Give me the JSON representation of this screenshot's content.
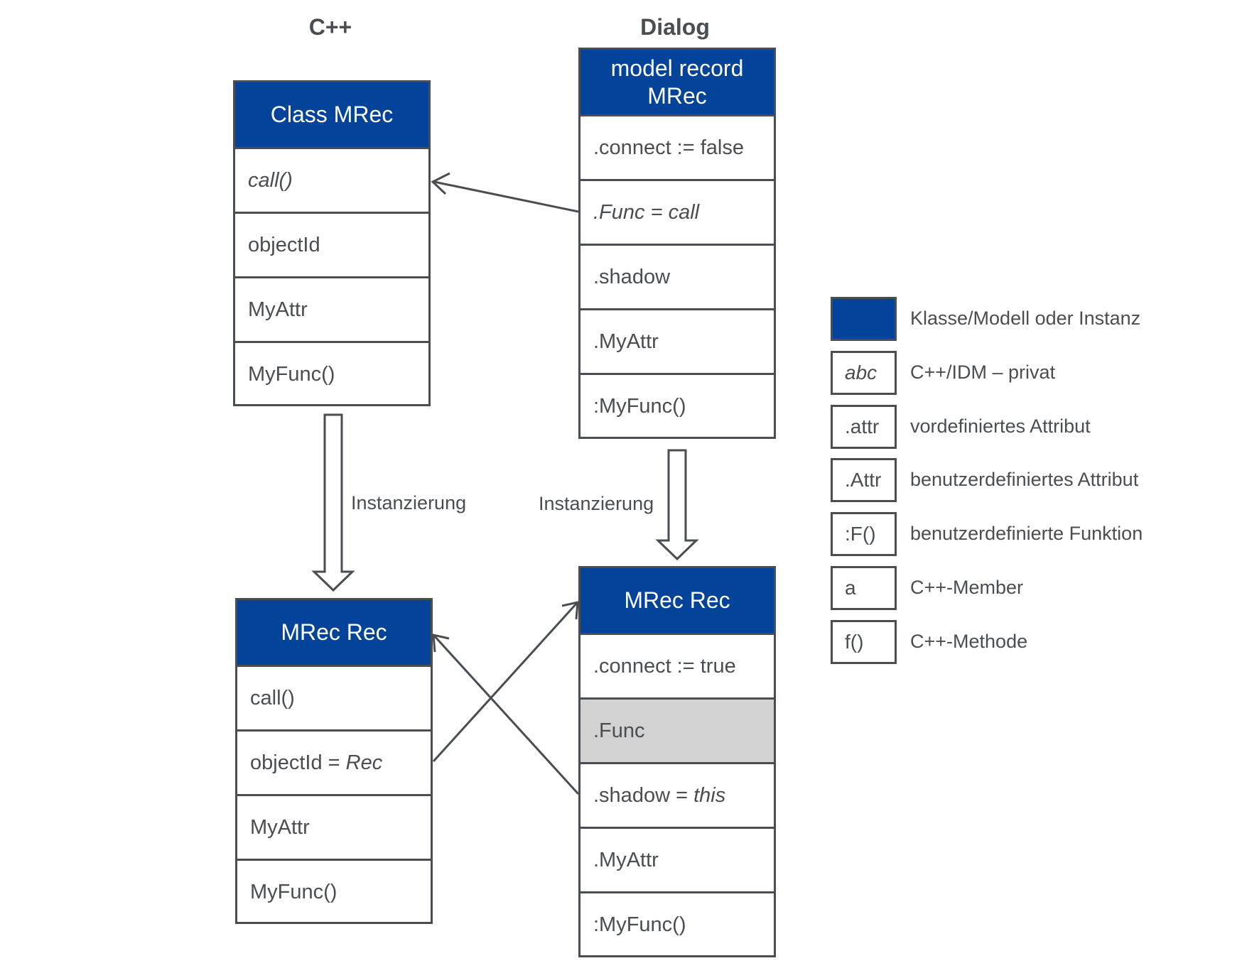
{
  "headers": {
    "cpp": "C++",
    "dialog": "Dialog"
  },
  "class_box": {
    "title": "Class MRec",
    "rows": [
      "call()",
      "objectId",
      "MyAttr",
      "MyFunc()"
    ]
  },
  "model_box": {
    "title_line1": "model record",
    "title_line2": "MRec",
    "rows": [
      ".connect := false",
      ".Func = call",
      ".shadow",
      ".MyAttr",
      ":MyFunc()"
    ]
  },
  "cpp_instance_box": {
    "title": "MRec Rec",
    "rows": [
      "call()",
      "objectId = ",
      "Rec",
      "MyAttr",
      "MyFunc()"
    ]
  },
  "dialog_instance_box": {
    "title": "MRec Rec",
    "rows": [
      ".connect := true",
      ".Func",
      ".shadow = ",
      "this",
      ".MyAttr",
      ":MyFunc()"
    ]
  },
  "arrows": {
    "left_label": "Instanzierung",
    "right_label": "Instanzierung"
  },
  "legend": [
    {
      "swatch": "",
      "text": "Klasse/Modell oder Instanz",
      "filled": true
    },
    {
      "swatch": "abc",
      "text": "C++/IDM – privat",
      "italic": true
    },
    {
      "swatch": ".attr",
      "text": "vordefiniertes Attribut"
    },
    {
      "swatch": ".Attr",
      "text": "benutzerdefiniertes Attribut"
    },
    {
      "swatch": ":F()",
      "text": "benutzerdefinierte Funktion"
    },
    {
      "swatch": "a",
      "text": "C++-Member"
    },
    {
      "swatch": "f()",
      "text": "C++-Methode"
    }
  ],
  "colors": {
    "header_blue": "#03449a",
    "line_gray": "#4a4d52",
    "shaded_gray": "#d2d2d2"
  }
}
